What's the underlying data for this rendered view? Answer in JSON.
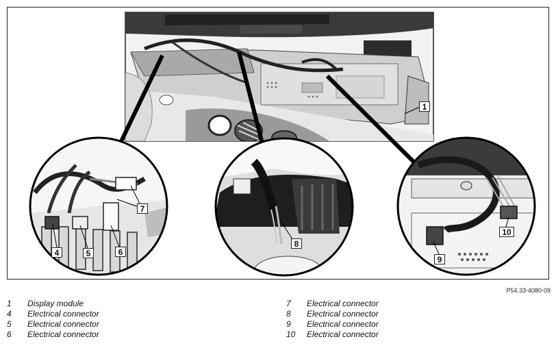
{
  "figure": {
    "code": "P54.33-4080-09",
    "callouts": [
      "1",
      "4",
      "5",
      "6",
      "7",
      "8",
      "9",
      "10"
    ]
  },
  "legend": {
    "left": [
      {
        "num": "1",
        "text": "Display module"
      },
      {
        "num": "4",
        "text": "Electrical connector"
      },
      {
        "num": "5",
        "text": "Electrical connector"
      },
      {
        "num": "6",
        "text": "Electrical connector"
      }
    ],
    "right": [
      {
        "num": "7",
        "text": "Electrical connector"
      },
      {
        "num": "8",
        "text": "Electrical connector"
      },
      {
        "num": "9",
        "text": "Electrical connector"
      },
      {
        "num": "10",
        "text": "Electrical connector"
      }
    ]
  }
}
